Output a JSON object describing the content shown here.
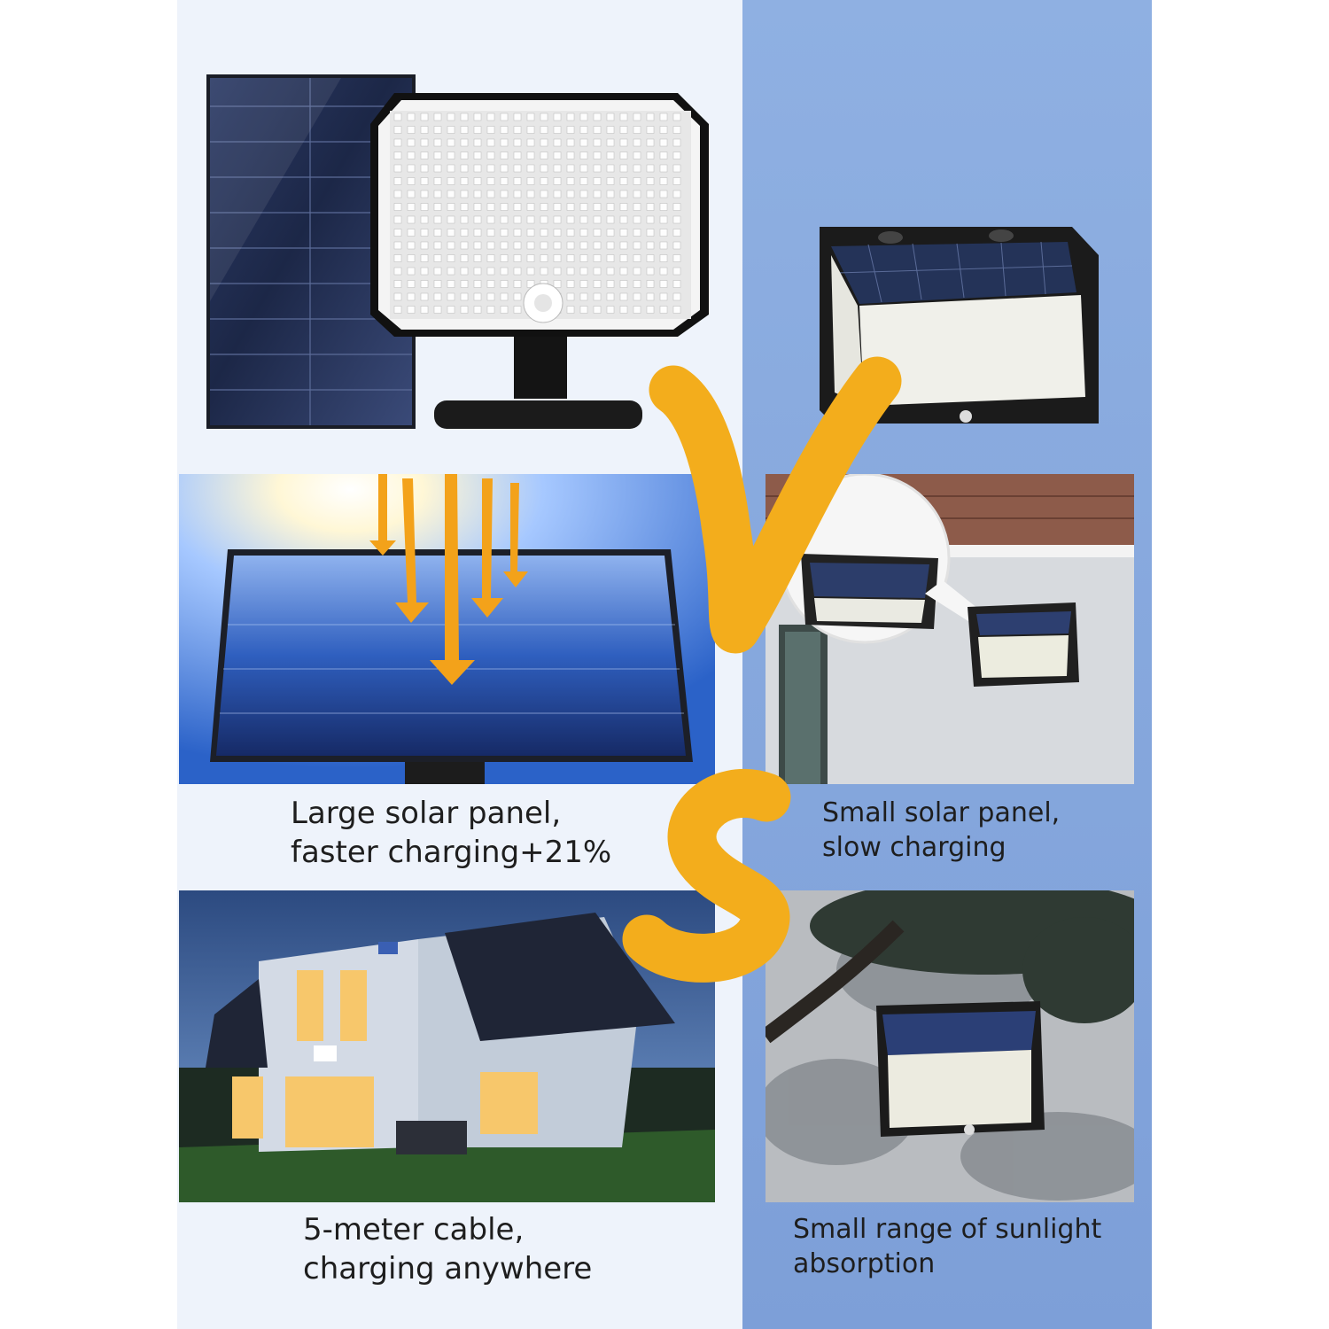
{
  "captions": {
    "large_panel_line1": "Large solar panel,",
    "large_panel_line2": "faster charging+21%",
    "small_panel_line1": "Small solar panel,",
    "small_panel_line2": "slow charging",
    "cable_line1": "5-meter cable,",
    "cable_line2": "charging anywhere",
    "small_range_line1": "Small range of sunlight",
    "small_range_line2": "absorption"
  },
  "colors": {
    "left_background": "#eef3fb",
    "right_background": "#86a7dd",
    "good_badge": "#27b14a",
    "bad_badge": "#e03a3a",
    "brush_stroke": "#f3ad1c"
  },
  "icons": {
    "good": "check-icon",
    "bad": "cross-icon"
  }
}
